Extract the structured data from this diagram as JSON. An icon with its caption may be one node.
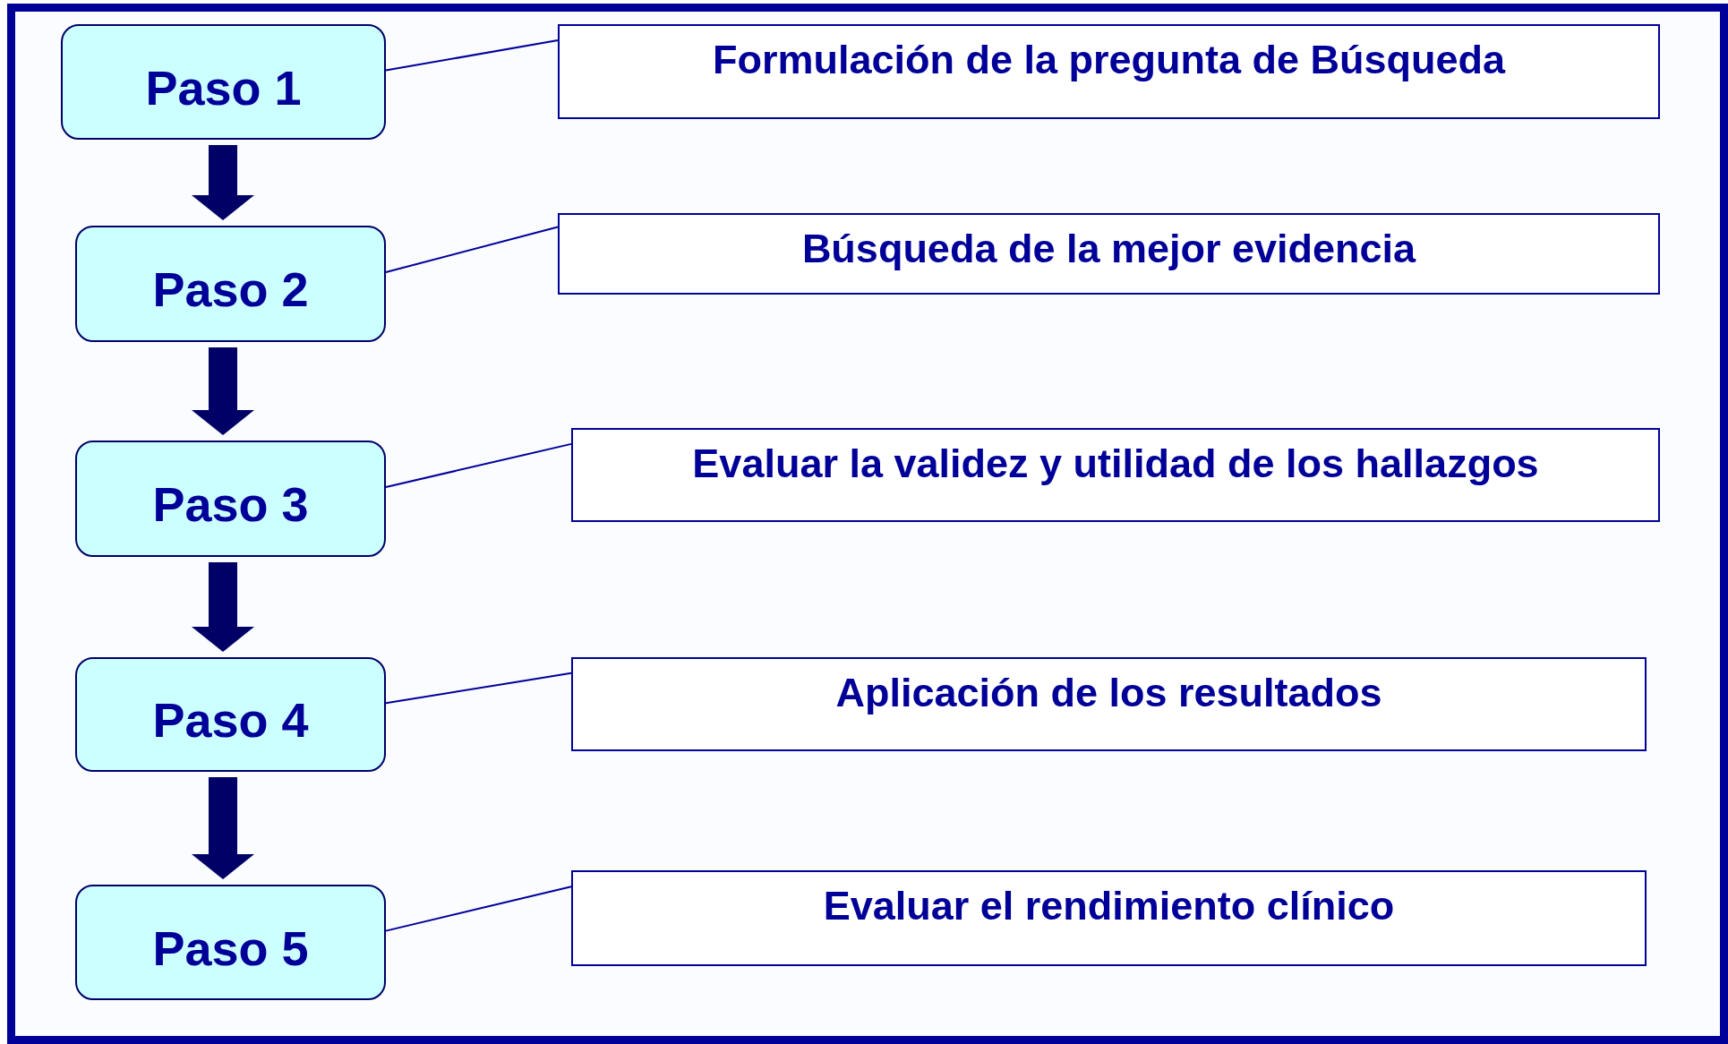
{
  "diagram": {
    "nodes": [
      {
        "text": [
          "Paso 1"
        ]
      },
      {
        "text": [
          "Paso 2"
        ]
      },
      {
        "text": [
          "Paso 3"
        ]
      },
      {
        "text": [
          "Paso 4"
        ]
      },
      {
        "text": [
          "Paso 5"
        ]
      },
      {
        "text": [
          "Formulación de la pregunta de Búsqueda"
        ]
      },
      {
        "text": [
          "Búsqueda de la mejor evidencia"
        ]
      },
      {
        "text": [
          "Evaluar la validez y utilidad de los hallazgos"
        ]
      },
      {
        "text": [
          "Aplicación de los resultados"
        ]
      },
      {
        "text": [
          "Evaluar el rendimiento clínico"
        ]
      }
    ],
    "edges": [
      {
        "from": 0,
        "to": 1,
        "arrow": "to",
        "style": "thick"
      },
      {
        "from": 1,
        "to": 2,
        "arrow": "to",
        "style": "thick"
      },
      {
        "from": 2,
        "to": 3,
        "arrow": "to",
        "style": "thick"
      },
      {
        "from": 3,
        "to": 4,
        "arrow": "to",
        "style": "thick"
      },
      {
        "from": 0,
        "to": 5,
        "arrow": "none"
      },
      {
        "from": 1,
        "to": 6,
        "arrow": "none"
      },
      {
        "from": 2,
        "to": 7,
        "arrow": "none"
      },
      {
        "from": 3,
        "to": 8,
        "arrow": "none"
      },
      {
        "from": 4,
        "to": 9,
        "arrow": "none"
      }
    ]
  }
}
